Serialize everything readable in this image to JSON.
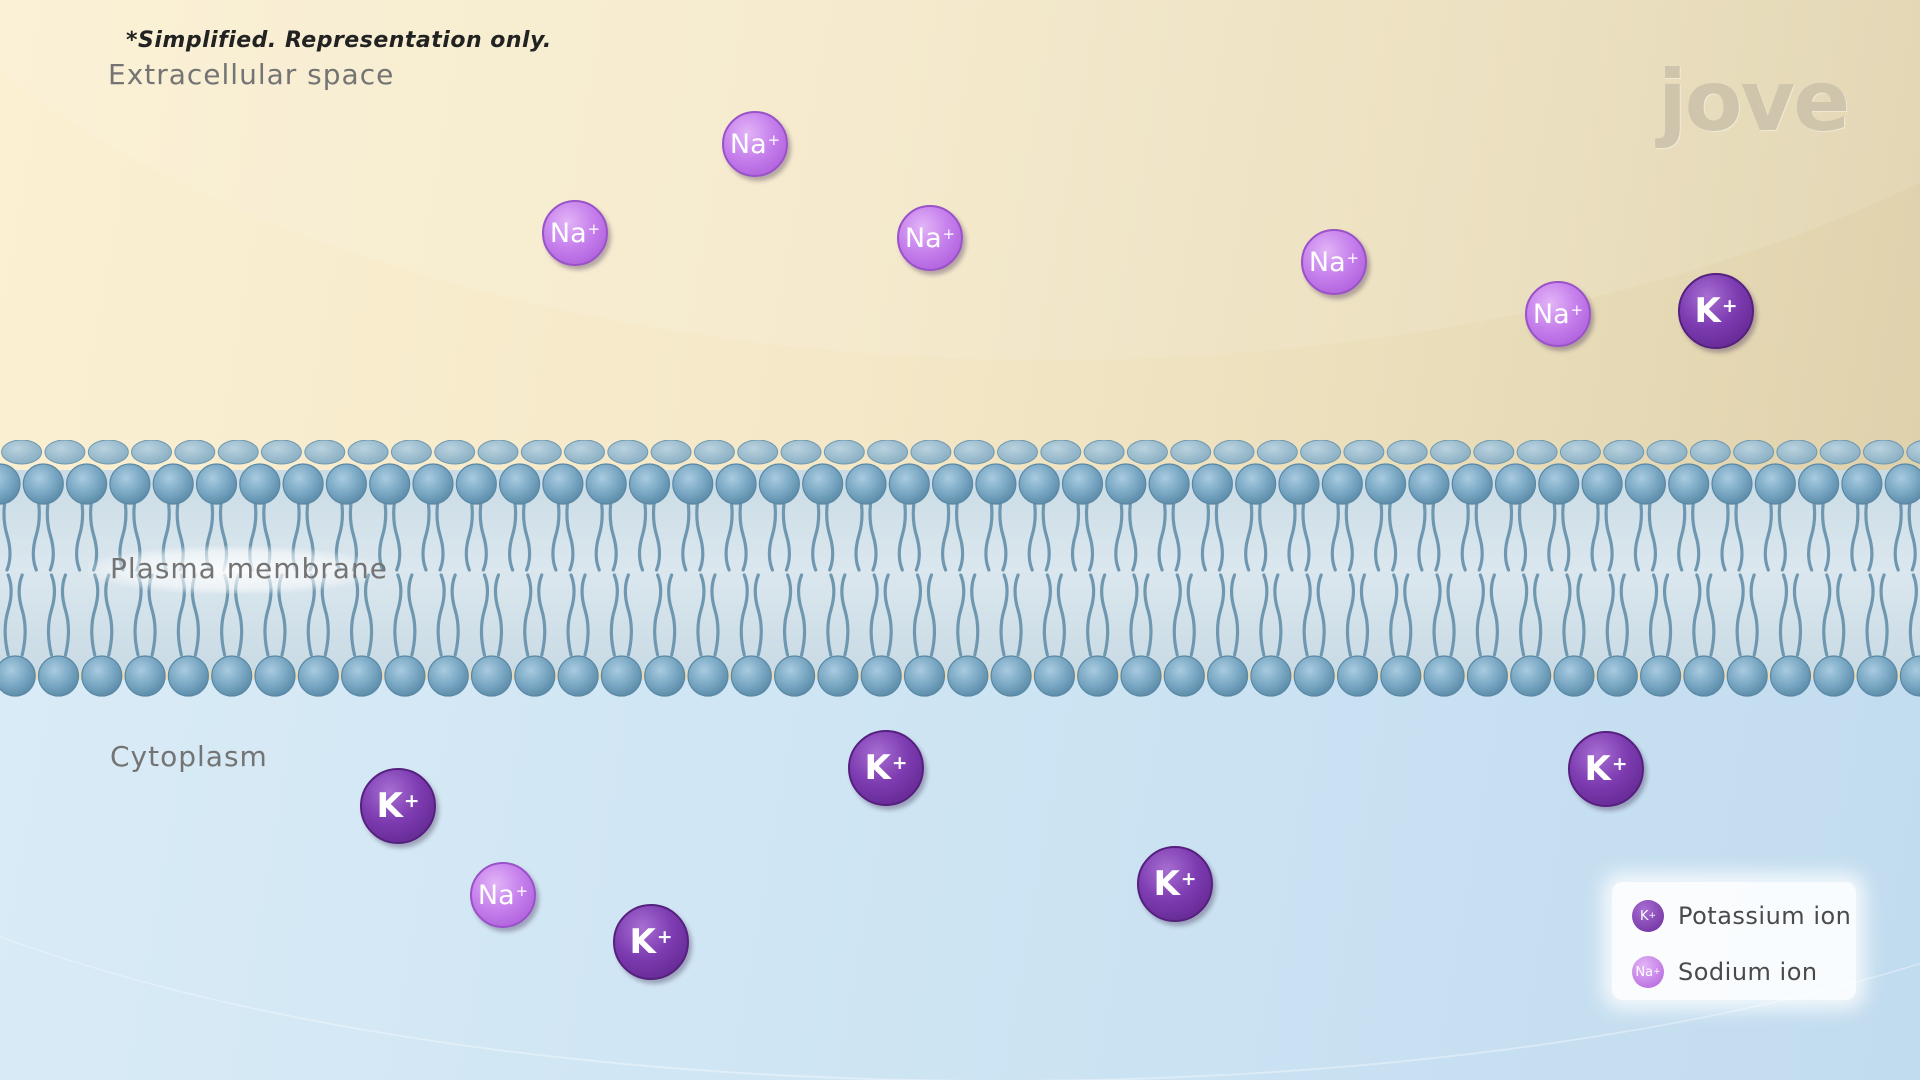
{
  "note": "*Simplified. Representation only.",
  "labels": {
    "extracellular": "Extracellular space",
    "membrane": "Plasma membrane",
    "cytoplasm": "Cytoplasm"
  },
  "logo": "jove",
  "ion_text": {
    "sodium": {
      "symbol": "Na",
      "charge": "+"
    },
    "potassium": {
      "symbol": "K",
      "charge": "+"
    }
  },
  "ions": [
    {
      "type": "na",
      "region": "extracellular"
    },
    {
      "type": "na",
      "region": "extracellular"
    },
    {
      "type": "na",
      "region": "extracellular"
    },
    {
      "type": "na",
      "region": "extracellular"
    },
    {
      "type": "na",
      "region": "extracellular"
    },
    {
      "type": "k",
      "region": "extracellular"
    },
    {
      "type": "k",
      "region": "cytoplasm"
    },
    {
      "type": "na",
      "region": "cytoplasm"
    },
    {
      "type": "k",
      "region": "cytoplasm"
    },
    {
      "type": "k",
      "region": "cytoplasm"
    },
    {
      "type": "k",
      "region": "cytoplasm"
    },
    {
      "type": "k",
      "region": "cytoplasm"
    }
  ],
  "legend": {
    "items": [
      {
        "type": "k",
        "label": "Potassium ion"
      },
      {
        "type": "na",
        "label": "Sodium ion"
      }
    ]
  },
  "colors": {
    "extracellular": "#f6ebcc",
    "cytoplasm": "#cde4f3",
    "lipid_head": "#7aa8c4",
    "potassium": "#7d3cb1",
    "sodium": "#c680ec"
  }
}
